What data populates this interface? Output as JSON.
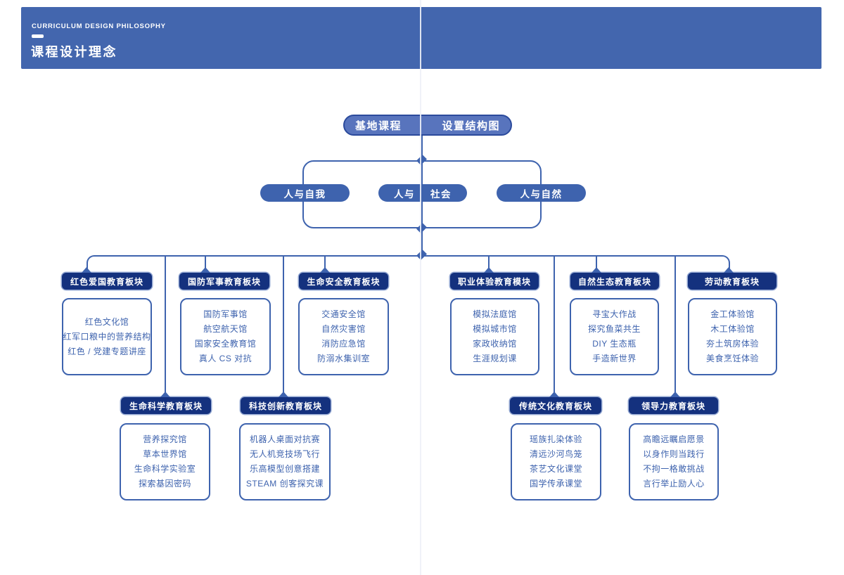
{
  "header": {
    "title_en": "CURRICULUM DESIGN PHILOSOPHY",
    "title_zh": "课程设计理念"
  },
  "colors": {
    "band_blue": "#4366ae",
    "navy": "#14317e",
    "mid_blue": "#3e63ae",
    "root_fill": "#5874bd",
    "root_border": "#2b4a9c"
  },
  "diagram": {
    "root": {
      "left": "基地课程",
      "right": "设置结构图"
    },
    "level2": {
      "self": "人与自我",
      "society_left": "人与",
      "society_right": "社会",
      "nature": "人与自然"
    },
    "modules_row1": [
      {
        "title": "红色爱国教育板块",
        "items": [
          "红色文化馆",
          "红军口粮中的营养结构",
          "红色 / 党建专题讲座"
        ]
      },
      {
        "title": "国防军事教育板块",
        "items": [
          "国防军事馆",
          "航空航天馆",
          "国家安全教育馆",
          "真人 CS 对抗"
        ]
      },
      {
        "title": "生命安全教育板块",
        "items": [
          "交通安全馆",
          "自然灾害馆",
          "消防应急馆",
          "防溺水集训室"
        ]
      },
      {
        "title": "职业体验教育模块",
        "items": [
          "模拟法庭馆",
          "模拟城市馆",
          "家政收纳馆",
          "生涯规划课"
        ]
      },
      {
        "title": "自然生态教育板块",
        "items": [
          "寻宝大作战",
          "探究鱼菜共生",
          "DIY 生态瓶",
          "手造新世界"
        ]
      },
      {
        "title": "劳动教育板块",
        "items": [
          "金工体验馆",
          "木工体验馆",
          "夯土筑房体验",
          "美食烹饪体验"
        ]
      }
    ],
    "modules_row2": [
      {
        "title": "生命科学教育板块",
        "items": [
          "营养探究馆",
          "草本世界馆",
          "生命科学实验室",
          "探索基因密码"
        ]
      },
      {
        "title": "科技创新教育板块",
        "items": [
          "机器人桌面对抗赛",
          "无人机竞技场飞行",
          "乐高模型创意搭建",
          "STEAM 创客探究课"
        ]
      },
      {
        "title": "传统文化教育板块",
        "items": [
          "瑶族扎染体验",
          "清远沙河鸟笼",
          "茶艺文化课堂",
          "国学传承课堂"
        ]
      },
      {
        "title": "领导力教育板块",
        "items": [
          "高瞻远瞩启愿景",
          "以身作则当践行",
          "不拘一格敢挑战",
          "言行举止励人心"
        ]
      }
    ]
  }
}
